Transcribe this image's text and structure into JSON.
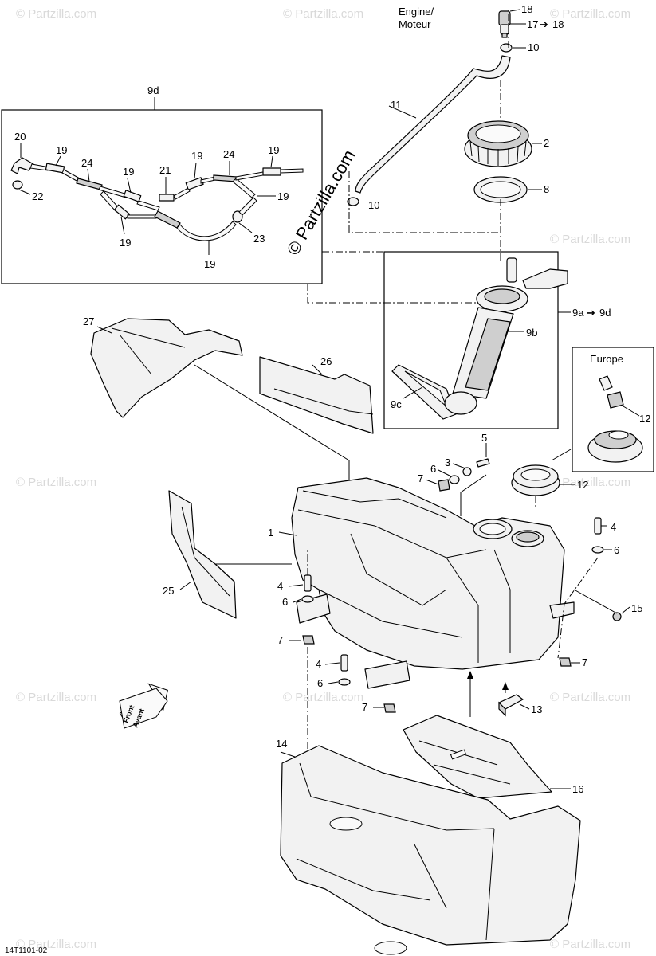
{
  "labels": {
    "engine": "Engine/",
    "moteur": "Moteur",
    "europe": "Europe",
    "front": "Front",
    "avant": "Avant",
    "drawing_code": "14T1101-02",
    "watermark_main": "© Partzilla.com",
    "watermark": "© Partzilla.com"
  },
  "callouts": {
    "c18": "18",
    "c17": "17",
    "c18b": "18",
    "c10a": "10",
    "c11": "11",
    "c2": "2",
    "c8": "8",
    "c10b": "10",
    "c9d": "9d",
    "c20": "20",
    "c19a": "19",
    "c24a": "24",
    "c19b": "19",
    "c21": "21",
    "c19c": "19",
    "c24b": "24",
    "c19d": "19",
    "c19e": "19",
    "c22": "22",
    "c19f": "19",
    "c23": "23",
    "c19g": "19",
    "c9a": "9a",
    "c9d2": "9d",
    "c9b": "9b",
    "c9c": "9c",
    "c27": "27",
    "c26": "26",
    "c12a": "12",
    "c5": "5",
    "c3": "3",
    "c6a": "6",
    "c7a": "7",
    "c12b": "12",
    "c1": "1",
    "c4a": "4",
    "c6b": "6",
    "c25": "25",
    "c4b": "4",
    "c6c": "6",
    "c7b": "7",
    "c15": "15",
    "c4c": "4",
    "c6d": "6",
    "c7c": "7",
    "c7d": "7",
    "c13": "13",
    "c14": "14",
    "c16": "16"
  }
}
